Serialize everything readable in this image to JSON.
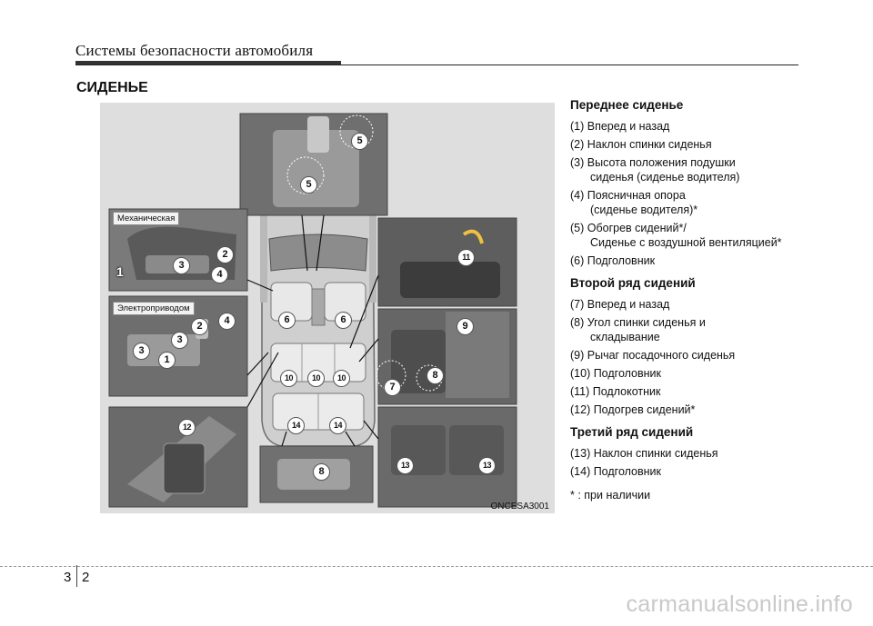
{
  "header": {
    "running_title": "Системы безопасности автомобиля",
    "section_title": "СИДЕНЬЕ"
  },
  "figure": {
    "code": "ONCESA3001",
    "labels": {
      "manual": "Механическая",
      "power": "Электроприводом"
    },
    "callouts": {
      "top_5a": "5",
      "top_5b": "5",
      "man_1": "1",
      "man_3": "3",
      "man_2": "2",
      "man_4": "4",
      "pow_2": "2",
      "pow_4": "4",
      "pow_3a": "3",
      "pow_3b": "3",
      "pow_1": "1",
      "car_6a": "6",
      "car_6b": "6",
      "car_10a": "10",
      "car_10b": "10",
      "car_10c": "10",
      "car_14a": "14",
      "car_14b": "14",
      "arm_11": "11",
      "rear_9": "9",
      "rear_8": "8",
      "rear_7": "7",
      "door_12": "12",
      "lever_8": "8",
      "trunk_13a": "13",
      "trunk_13b": "13"
    }
  },
  "front_seat": {
    "title": "Переднее сиденье",
    "items": [
      {
        "l1": "(1) Вперед и назад",
        "l2": ""
      },
      {
        "l1": "(2) Наклон спинки сиденья",
        "l2": ""
      },
      {
        "l1": "(3) Высота положения подушки",
        "l2": "сиденья (сиденье водителя)"
      },
      {
        "l1": "(4) Поясничная опора",
        "l2": "(сиденье водителя)*"
      },
      {
        "l1": "(5) Обогрев сидений*/",
        "l2": "Сиденье с воздушной вентиляцией*"
      },
      {
        "l1": "(6) Подголовник",
        "l2": ""
      }
    ]
  },
  "second_row": {
    "title": "Второй ряд сидений",
    "items": [
      {
        "l1": "(7) Вперед и назад",
        "l2": ""
      },
      {
        "l1": "(8) Угол спинки сиденья и",
        "l2": "складывание"
      },
      {
        "l1": "(9) Рычаг посадочного сиденья",
        "l2": ""
      },
      {
        "l1": "(10) Подголовник",
        "l2": ""
      },
      {
        "l1": "(11) Подлокотник",
        "l2": ""
      },
      {
        "l1": "(12) Подогрев сидений*",
        "l2": ""
      }
    ]
  },
  "third_row": {
    "title": "Третий ряд сидений",
    "items": [
      {
        "l1": "(13) Наклон спинки сиденья",
        "l2": ""
      },
      {
        "l1": "(14) Подголовник",
        "l2": ""
      }
    ]
  },
  "footnote": "* : при наличии",
  "footer": {
    "page_left": "3",
    "page_right": "2",
    "watermark": "carmanualsonline.info"
  }
}
